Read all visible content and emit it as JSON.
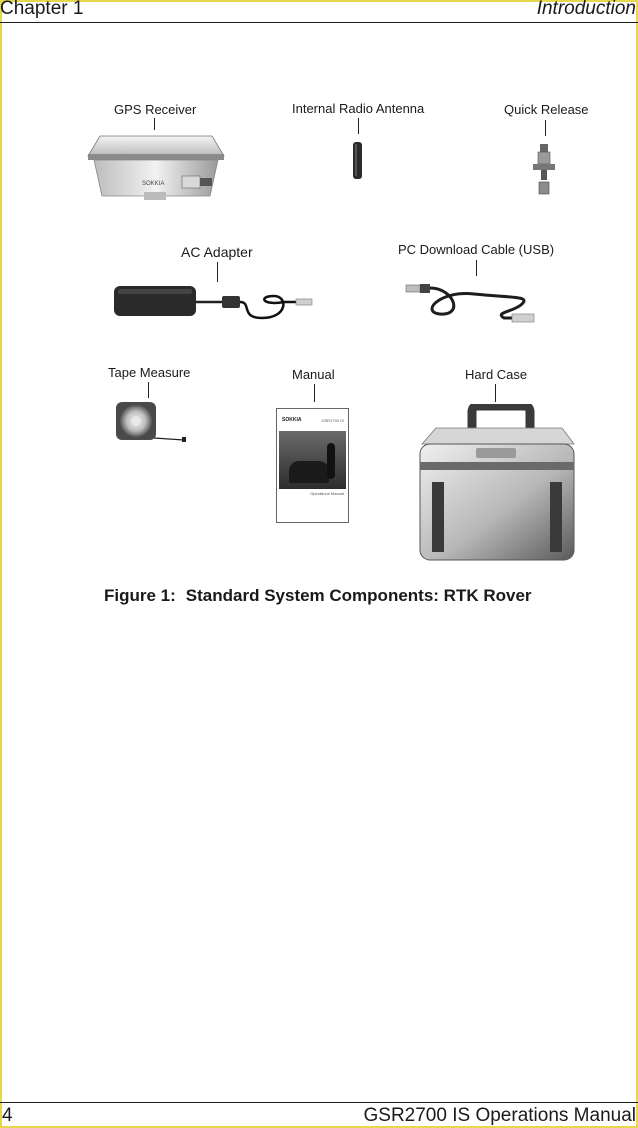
{
  "header": {
    "chapter": "Chapter 1",
    "section": "Introduction"
  },
  "components": {
    "gps_receiver": "GPS Receiver",
    "radio_antenna": "Internal Radio Antenna",
    "quick_release": "Quick Release",
    "ac_adapter": "AC Adapter",
    "usb_cable": "PC Download Cable (USB)",
    "tape_measure": "Tape Measure",
    "manual": "Manual",
    "hard_case": "Hard Case"
  },
  "manual_cover": {
    "brand": "SOKKIA",
    "model": "GSR2700 IS",
    "subtitle": "Operations Manual"
  },
  "receiver_brand": "SOKKIA",
  "caption": {
    "figure": "Figure 1:",
    "title": "Standard System Components: RTK Rover"
  },
  "footer": {
    "page": "4",
    "doc_title": "GSR2700 IS Operations Manual"
  }
}
